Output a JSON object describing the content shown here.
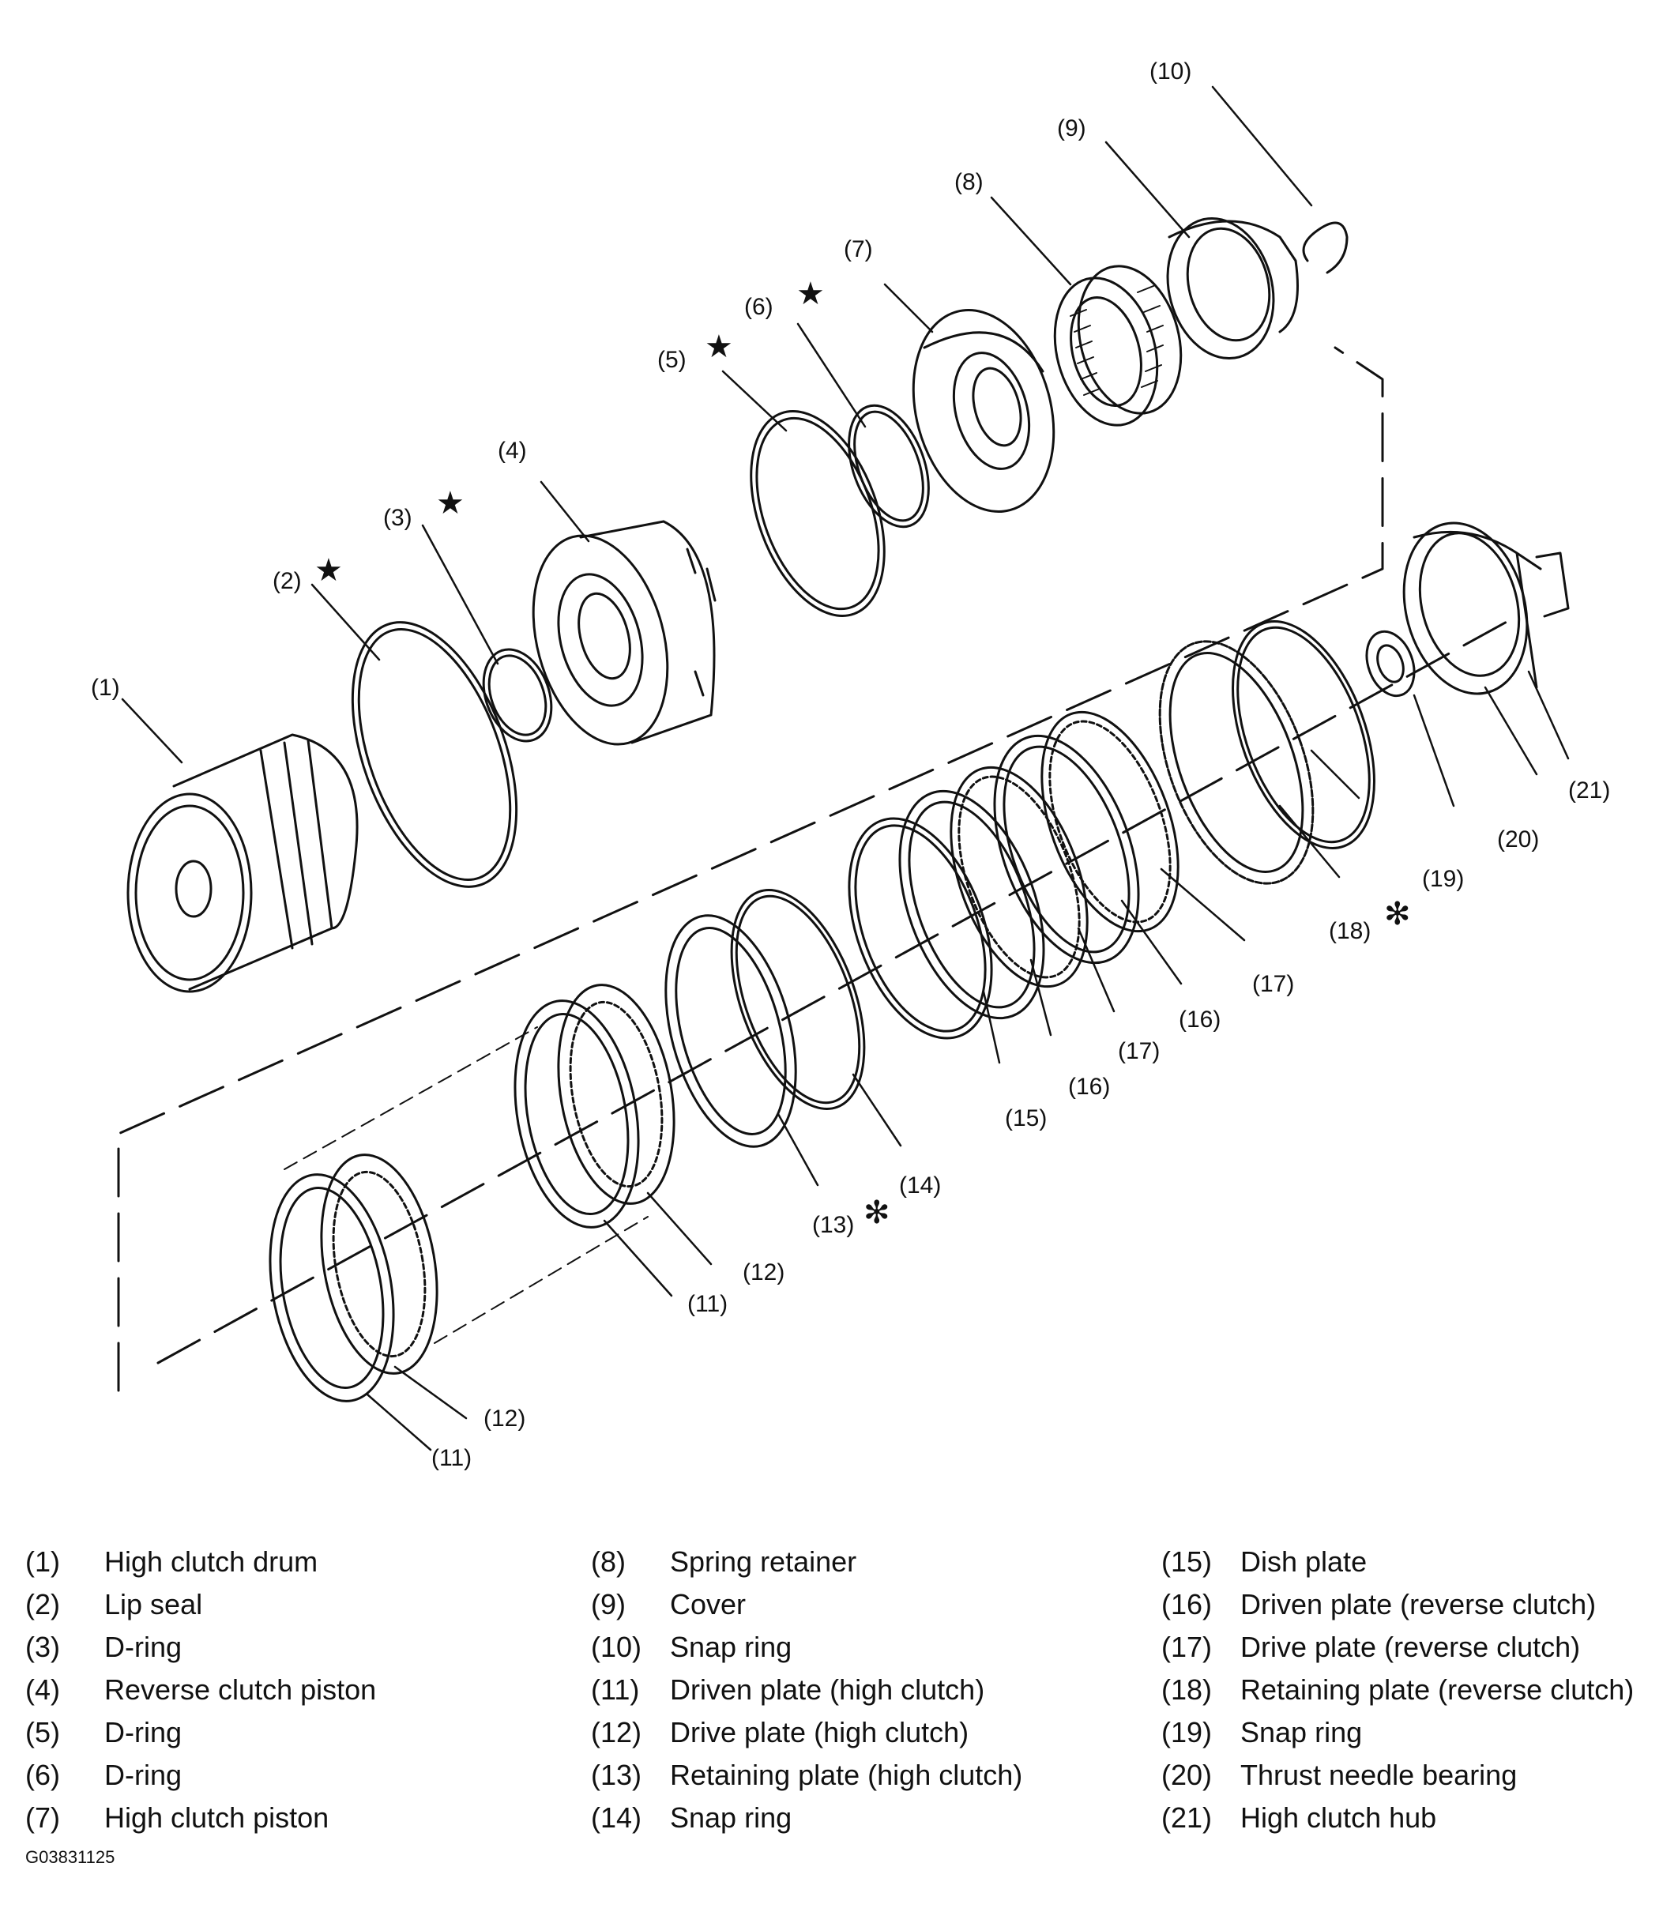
{
  "callouts": {
    "c1": "(1)",
    "c2": "(2)",
    "c3": "(3)",
    "c4": "(4)",
    "c5": "(5)",
    "c6": "(6)",
    "c7": "(7)",
    "c8": "(8)",
    "c9": "(9)",
    "c10": "(10)",
    "c11a": "(11)",
    "c11b": "(11)",
    "c12a": "(12)",
    "c12b": "(12)",
    "c13": "(13)",
    "c14": "(14)",
    "c15": "(15)",
    "c16a": "(16)",
    "c16b": "(16)",
    "c17a": "(17)",
    "c17b": "(17)",
    "c18": "(18)",
    "c19": "(19)",
    "c20": "(20)",
    "c21": "(21)"
  },
  "marks": {
    "star": "★",
    "asterisk": "✻"
  },
  "legend": [
    [
      {
        "num": "(1)",
        "name": "High clutch drum"
      },
      {
        "num": "(2)",
        "name": "Lip seal"
      },
      {
        "num": "(3)",
        "name": "D-ring"
      },
      {
        "num": "(4)",
        "name": "Reverse clutch piston"
      },
      {
        "num": "(5)",
        "name": "D-ring"
      },
      {
        "num": "(6)",
        "name": "D-ring"
      },
      {
        "num": "(7)",
        "name": "High clutch piston"
      }
    ],
    [
      {
        "num": "(8)",
        "name": "Spring retainer"
      },
      {
        "num": "(9)",
        "name": "Cover"
      },
      {
        "num": "(10)",
        "name": "Snap ring"
      },
      {
        "num": "(11)",
        "name": "Driven plate (high clutch)"
      },
      {
        "num": "(12)",
        "name": "Drive plate (high clutch)"
      },
      {
        "num": "(13)",
        "name": "Retaining plate (high clutch)"
      },
      {
        "num": "(14)",
        "name": "Snap ring"
      }
    ],
    [
      {
        "num": "(15)",
        "name": "Dish plate"
      },
      {
        "num": "(16)",
        "name": "Driven plate (reverse clutch)"
      },
      {
        "num": "(17)",
        "name": "Drive plate (reverse clutch)"
      },
      {
        "num": "(18)",
        "name": "Retaining plate (reverse clutch)"
      },
      {
        "num": "(19)",
        "name": "Snap ring"
      },
      {
        "num": "(20)",
        "name": "Thrust needle bearing"
      },
      {
        "num": "(21)",
        "name": "High clutch hub"
      }
    ]
  ],
  "figure_id": "G03831125"
}
